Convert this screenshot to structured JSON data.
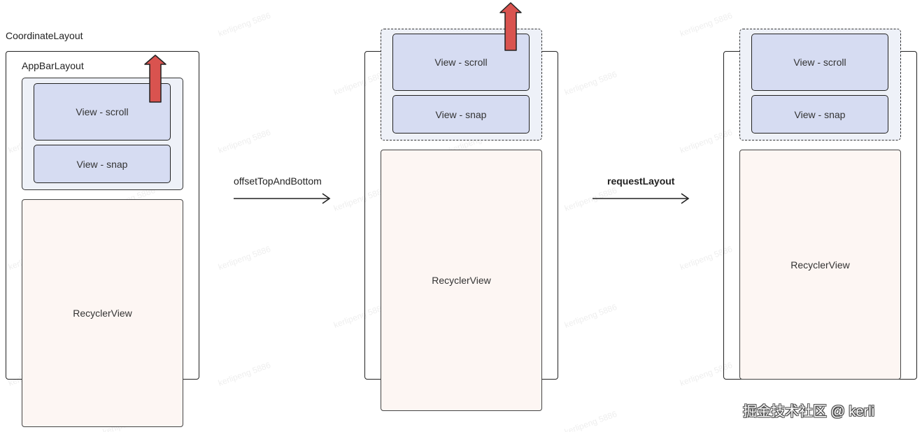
{
  "labels": {
    "coordinator": "CoordinateLayout",
    "appbar": "AppBarLayout",
    "view_scroll": "View - scroll",
    "view_snap": "View - snap",
    "recycler": "RecyclerView",
    "step1": "offsetTopAndBottom",
    "step2": "requestLayout"
  },
  "watermark": "kerlipeng 5886",
  "footer": "掘金技术社区 @ kerli",
  "colors": {
    "view_fill": "#d6dcf2",
    "appbar_fill": "#eef1f8",
    "recycler_fill": "#fdf6f3",
    "arrow_fill": "#d9534f",
    "arrow_stroke": "#222222"
  }
}
